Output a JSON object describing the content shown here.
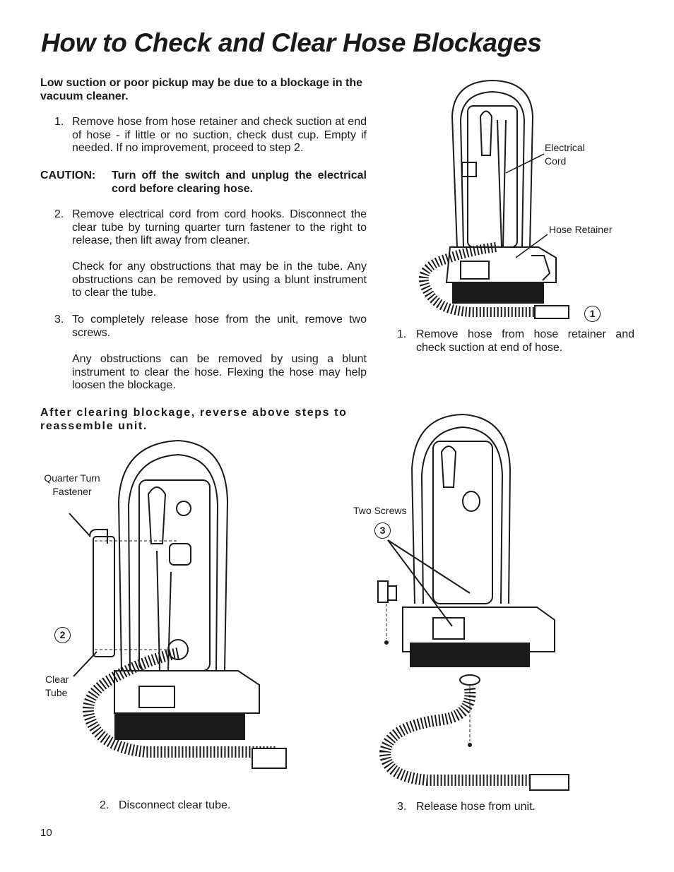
{
  "title": "How to Check and Clear Hose Blockages",
  "intro": "Low suction or poor pickup may be due to a blockage in the vacuum cleaner.",
  "steps": [
    {
      "num": "1.",
      "text": "Remove hose from hose retainer and check suction at end of hose - if little or no suction, check dust cup. Empty if needed. If no improvement, proceed to step 2."
    },
    {
      "num": "2.",
      "text": "Remove electrical cord from cord hooks. Disconnect the clear tube by turning quarter turn fastener to the right to release, then lift away from cleaner.",
      "extra": "Check for any obstructions that may be in the tube. Any obstructions can be removed by using a blunt instrument to clear the tube."
    },
    {
      "num": "3.",
      "text": "To completely release hose from the unit, remove two screws.",
      "extra": "Any obstructions can be removed by using a blunt instrument to clear the hose. Flexing the hose may help loosen the blockage."
    }
  ],
  "caution": {
    "label": "CAUTION:",
    "text": "Turn off the switch and unplug the electrical cord before clearing hose."
  },
  "closing": "After clearing blockage, reverse above steps to reassemble unit.",
  "figures": {
    "fig1": {
      "badge": "1",
      "labels": {
        "electrical_cord": "Electrical Cord",
        "hose_retainer": "Hose Retainer"
      },
      "caption_num": "1.",
      "caption": "Remove hose from hose retainer and check suction at end of hose."
    },
    "fig2": {
      "badge": "2",
      "labels": {
        "quarter_turn": "Quarter Turn Fastener",
        "clear_tube": "Clear Tube"
      },
      "caption_num": "2.",
      "caption": "Disconnect clear tube."
    },
    "fig3": {
      "badge": "3",
      "labels": {
        "two_screws": "Two Screws"
      },
      "caption_num": "3.",
      "caption": "Release hose from unit."
    }
  },
  "page_number": "10"
}
